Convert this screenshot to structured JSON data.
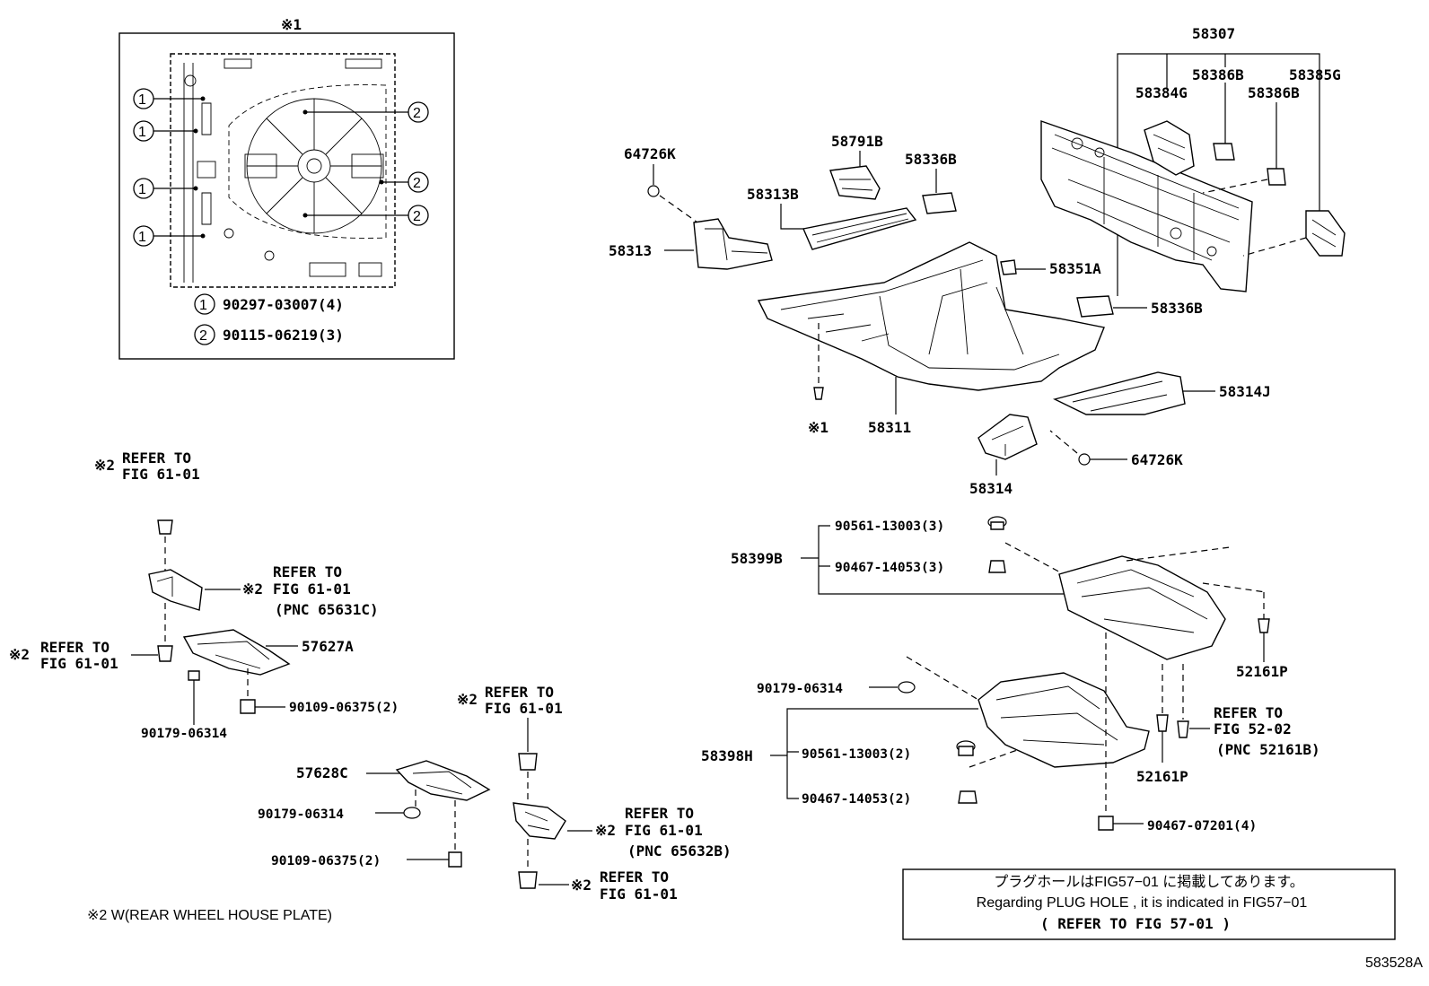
{
  "inset": {
    "marker": "※1",
    "callout_1": "1",
    "callout_2": "2",
    "legend": [
      {
        "num": "1",
        "text": "90297-03007(4)"
      },
      {
        "num": "2",
        "text": "90115-06219(3)"
      }
    ]
  },
  "labels": {
    "p58307": "58307",
    "p58386B_a": "58386B",
    "p58385G": "58385G",
    "p58384G": "58384G",
    "p58386B_b": "58386B",
    "p64726K_a": "64726K",
    "p58791B": "58791B",
    "p58336B_a": "58336B",
    "p58313B": "58313B",
    "p58313": "58313",
    "p58351A": "58351A",
    "p58336B_b": "58336B",
    "p58314J": "58314J",
    "ref1": "※1",
    "p58311": "58311",
    "p64726K_b": "64726K",
    "p58314": "58314",
    "p90561a": "90561-13003(3)",
    "p58399B": "58399B",
    "p90467a": "90467-14053(3)",
    "p52161P_a": "52161P",
    "p90179_right": "90179-06314",
    "refer_to": "REFER TO",
    "fig5202": "FIG 52-02",
    "pnc52161B": "(PNC 52161B)",
    "p58398H": "58398H",
    "p90561b": "90561-13003(2)",
    "p52161P_b": "52161P",
    "p90467b": "90467-14053(2)",
    "p90467c": "90467-07201(4)",
    "ref2": "※2",
    "fig6101": "FIG 61-01",
    "pnc65631C": "(PNC 65631C)",
    "p57627A": "57627A",
    "p90109a": "90109-06375(2)",
    "p90179_left": "90179-06314",
    "p57628C": "57628C",
    "p90179_mid": "90179-06314",
    "p90109b": "90109-06375(2)",
    "pnc65632B": "(PNC 65632B)"
  },
  "footnote": "※2  W(REAR WHEEL HOUSE PLATE)",
  "notice": {
    "line1": "プラグホールはFIG57−01 に掲載してあります。",
    "line2": "Regarding  PLUG HOLE  , it is  indicated  in  FIG57−01",
    "line3": "( REFER TO FIG 57-01 )"
  },
  "figure_code": "583528A"
}
